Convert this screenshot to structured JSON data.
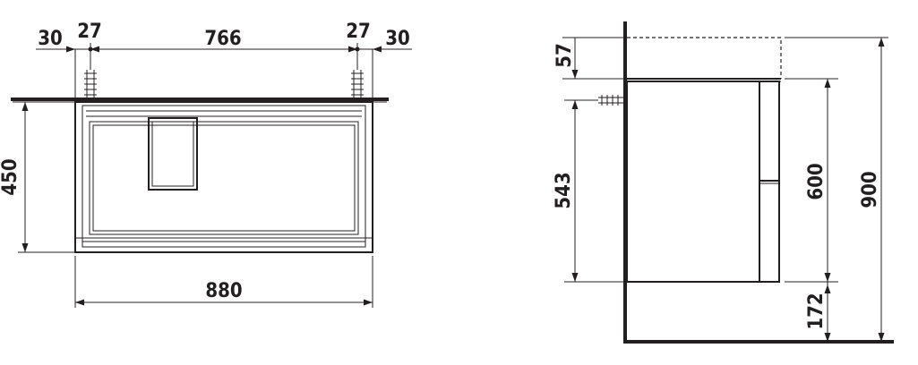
{
  "front_view": {
    "dims": {
      "side_left": "30",
      "fix_left": "27",
      "span": "766",
      "fix_right": "27",
      "side_right": "30",
      "height": "450",
      "width": "880"
    }
  },
  "side_view": {
    "dims": {
      "top_gap": "57",
      "fixing_height": "543",
      "unit_height": "600",
      "total_height": "900",
      "floor_clearance": "172"
    }
  },
  "colors": {
    "line": "#231f20",
    "background": "#ffffff"
  }
}
